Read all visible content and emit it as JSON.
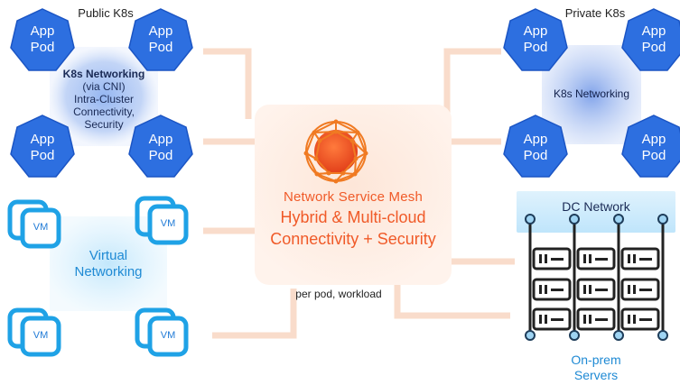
{
  "public_k8s": {
    "title": "Public K8s",
    "pods": [
      "App\nPod",
      "App\nPod",
      "App\nPod",
      "App\nPod"
    ],
    "networking_lines": [
      "K8s Networking",
      "(via CNI)",
      "Intra-Cluster",
      "Connectivity,",
      "Security"
    ]
  },
  "private_k8s": {
    "title": "Private K8s",
    "pods": [
      "App\nPod",
      "App\nPod",
      "App\nPod",
      "App\nPod"
    ],
    "networking": "K8s Networking"
  },
  "virtual": {
    "vm_label": "VM",
    "networking_lines": [
      "Virtual",
      "Networking"
    ]
  },
  "nsm": {
    "title": "Network Service Mesh",
    "line1": "Hybrid & Multi-cloud",
    "line2": "Connectivity + Security",
    "footnote": "per pod, workload"
  },
  "onprem": {
    "dc_network": "DC Network",
    "servers_lines": [
      "On-prem",
      "Servers"
    ]
  },
  "colors": {
    "pod_blue": "#2d6fe0",
    "pod_outline": "#1b55c4",
    "nsm_orange": "#f05a28",
    "connector": "#f9dccb",
    "vm_blue": "#1fa2e6",
    "server_dark": "#222222",
    "server_node": "#1fa2e6",
    "halo_blue": "#7fa7ee"
  }
}
